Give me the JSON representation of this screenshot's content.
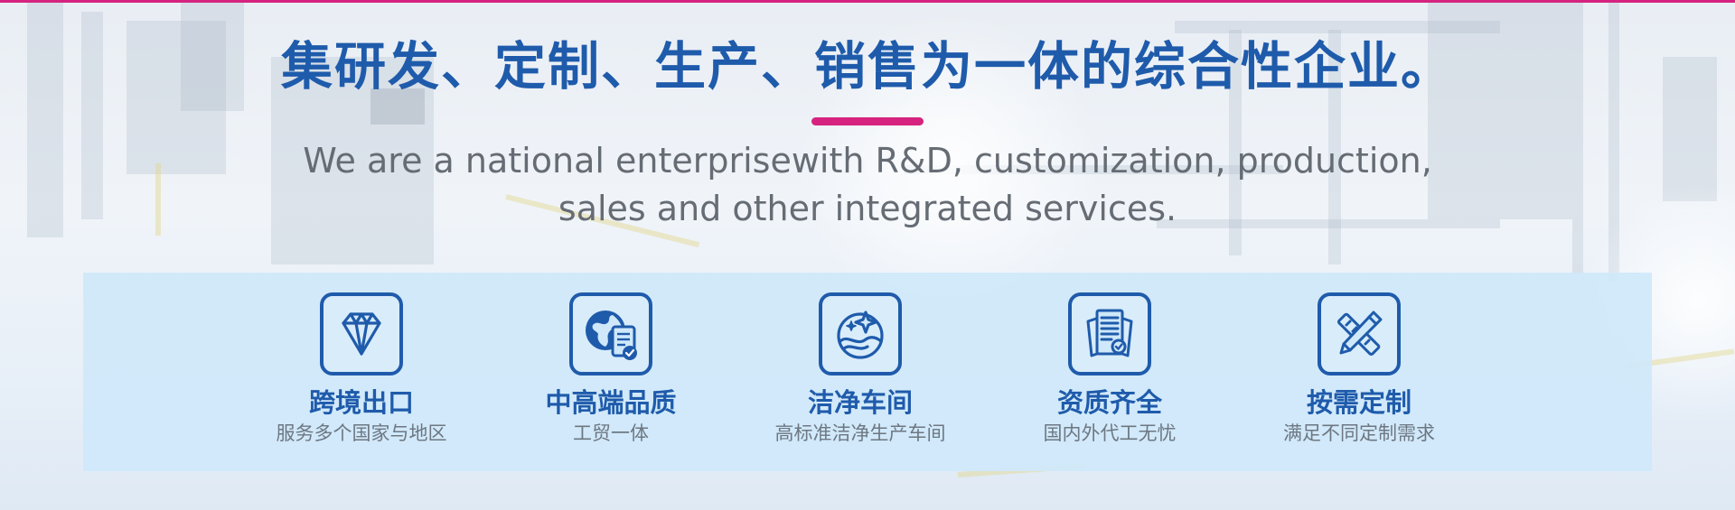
{
  "colors": {
    "brand_blue": "#1f5bab",
    "accent_pink": "#d6237f",
    "panel_bg": "#cfe8fa",
    "text_gray": "#666c74"
  },
  "hero": {
    "headline": "集研发、定制、生产、销售为一体的综合性企业。",
    "subtitle_line1": "We are a national enterprisewith R&D, customization, production,",
    "subtitle_line2": "sales and other integrated services."
  },
  "features": [
    {
      "icon": "diamond-icon",
      "title": "跨境出口",
      "desc": "服务多个国家与地区"
    },
    {
      "icon": "globe-document-icon",
      "title": "中高端品质",
      "desc": "工贸一体"
    },
    {
      "icon": "sparkle-clean-icon",
      "title": "洁净车间",
      "desc": "高标准洁净生产车间"
    },
    {
      "icon": "certificate-icon",
      "title": "资质齐全",
      "desc": "国内外代工无忧"
    },
    {
      "icon": "ruler-pencil-icon",
      "title": "按需定制",
      "desc": "满足不同定制需求"
    }
  ]
}
